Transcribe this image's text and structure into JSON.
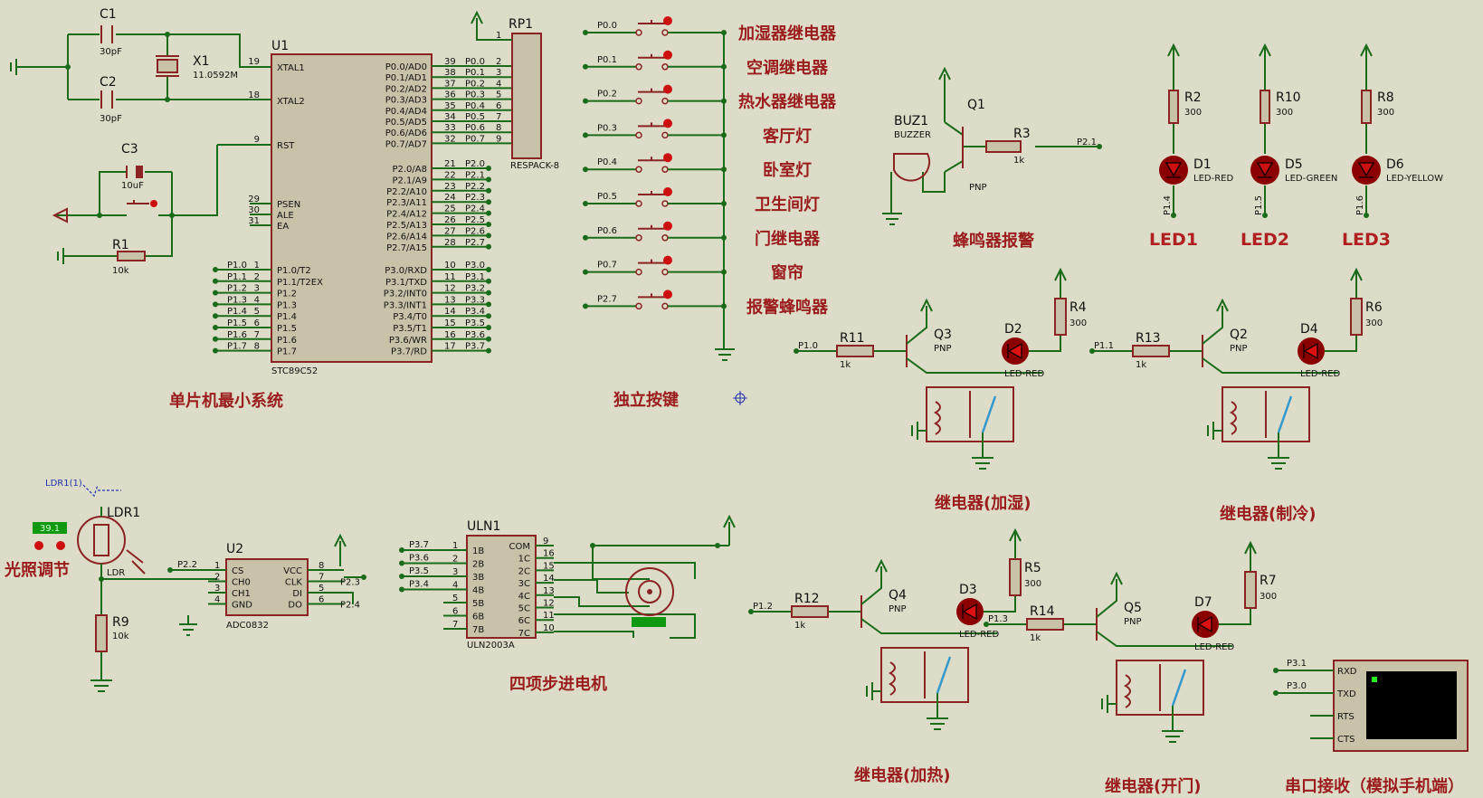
{
  "sections": {
    "mcu_min": "单片机最小系统",
    "keys": "独立按键",
    "buzzer_alarm": "蜂鸣器报警",
    "light_adjust": "光照调节",
    "stepper": "四项步进电机",
    "relay_humid": "继电器(加湿)",
    "relay_cool": "继电器(制冷)",
    "relay_heat": "继电器(加热)",
    "relay_door": "继电器(开门)",
    "serial": "串口接收（模拟手机端）"
  },
  "key_labels": [
    "加湿器继电器",
    "空调继电器",
    "热水器继电器",
    "客厅灯",
    "卧室灯",
    "卫生间灯",
    "门继电器",
    "窗帘",
    "报警蜂鸣器"
  ],
  "key_ports": [
    "P0.0",
    "P0.1",
    "P0.2",
    "P0.3",
    "P0.4",
    "P0.5",
    "P0.6",
    "P0.7",
    "P2.7"
  ],
  "mcu": {
    "ref": "U1",
    "part": "STC89C52",
    "left_top": [
      {
        "num": "19",
        "name": "XTAL1"
      },
      {
        "num": "18",
        "name": "XTAL2"
      },
      {
        "num": "9",
        "name": "RST"
      }
    ],
    "left_ctrl": [
      {
        "num": "29",
        "name": "PSEN"
      },
      {
        "num": "30",
        "name": "ALE"
      },
      {
        "num": "31",
        "name": "EA"
      }
    ],
    "left_p1": [
      {
        "net": "P1.0",
        "num": "1",
        "name": "P1.0/T2"
      },
      {
        "net": "P1.1",
        "num": "2",
        "name": "P1.1/T2EX"
      },
      {
        "net": "P1.2",
        "num": "3",
        "name": "P1.2"
      },
      {
        "net": "P1.3",
        "num": "4",
        "name": "P1.3"
      },
      {
        "net": "P1.4",
        "num": "5",
        "name": "P1.4"
      },
      {
        "net": "P1.5",
        "num": "6",
        "name": "P1.5"
      },
      {
        "net": "P1.6",
        "num": "7",
        "name": "P1.6"
      },
      {
        "net": "P1.7",
        "num": "8",
        "name": "P1.7"
      }
    ],
    "right_p0": [
      {
        "net": "P0.0",
        "num": "39",
        "name": "P0.0/AD0"
      },
      {
        "net": "P0.1",
        "num": "38",
        "name": "P0.1/AD1"
      },
      {
        "net": "P0.2",
        "num": "37",
        "name": "P0.2/AD2"
      },
      {
        "net": "P0.3",
        "num": "36",
        "name": "P0.3/AD3"
      },
      {
        "net": "P0.4",
        "num": "35",
        "name": "P0.4/AD4"
      },
      {
        "net": "P0.5",
        "num": "34",
        "name": "P0.5/AD5"
      },
      {
        "net": "P0.6",
        "num": "33",
        "name": "P0.6/AD6"
      },
      {
        "net": "P0.7",
        "num": "32",
        "name": "P0.7/AD7"
      }
    ],
    "right_p2": [
      {
        "net": "P2.0",
        "num": "21",
        "name": "P2.0/A8"
      },
      {
        "net": "P2.1",
        "num": "22",
        "name": "P2.1/A9"
      },
      {
        "net": "P2.2",
        "num": "23",
        "name": "P2.2/A10"
      },
      {
        "net": "P2.3",
        "num": "24",
        "name": "P2.3/A11"
      },
      {
        "net": "P2.4",
        "num": "25",
        "name": "P2.4/A12"
      },
      {
        "net": "P2.5",
        "num": "26",
        "name": "P2.5/A13"
      },
      {
        "net": "P2.6",
        "num": "27",
        "name": "P2.6/A14"
      },
      {
        "net": "P2.7",
        "num": "28",
        "name": "P2.7/A15"
      }
    ],
    "right_p3": [
      {
        "net": "P3.0",
        "num": "10",
        "name": "P3.0/RXD"
      },
      {
        "net": "P3.1",
        "num": "11",
        "name": "P3.1/TXD"
      },
      {
        "net": "P3.2",
        "num": "12",
        "name": "P3.2/INT0"
      },
      {
        "net": "P3.3",
        "num": "13",
        "name": "P3.3/INT1"
      },
      {
        "net": "P3.4",
        "num": "14",
        "name": "P3.4/T0"
      },
      {
        "net": "P3.5",
        "num": "15",
        "name": "P3.5/T1"
      },
      {
        "net": "P3.6",
        "num": "16",
        "name": "P3.6/WR"
      },
      {
        "net": "P3.7",
        "num": "17",
        "name": "P3.7/RD"
      }
    ]
  },
  "comp": {
    "c1": "C1",
    "c1v": "30pF",
    "c2": "C2",
    "c2v": "30pF",
    "x1": "X1",
    "x1v": "11.0592M",
    "c3": "C3",
    "c3v": "10uF",
    "r1": "R1",
    "r1v": "10k",
    "rp1": "RP1",
    "rp1v": "RESPACK-8",
    "buz": "BUZ1",
    "buzv": "BUZZER",
    "q1": "Q1",
    "q1v": "PNP",
    "r3": "R3",
    "r3v": "1k",
    "r3net": "P2.1",
    "ldr_probe": "LDR1(1)",
    "ldr": "LDR1",
    "ldrv": "LDR",
    "ldr_value": "39.1",
    "r9": "R9",
    "r9v": "10k",
    "u2": "U2",
    "u2v": "ADC0832",
    "uln": "ULN1",
    "ulnv": "ULN2003A"
  },
  "leds": [
    {
      "r": "R2",
      "rv": "300",
      "d": "D1",
      "dv": "LED-RED",
      "net": "P1.4",
      "big": "LED1",
      "color": "#cc1010"
    },
    {
      "r": "R10",
      "rv": "300",
      "d": "D5",
      "dv": "LED-GREEN",
      "net": "P1.5",
      "big": "LED2",
      "color": "#cc1010"
    },
    {
      "r": "R8",
      "rv": "300",
      "d": "D6",
      "dv": "LED-YELLOW",
      "net": "P1.6",
      "big": "LED3",
      "color": "#cc1010"
    }
  ],
  "relays": [
    {
      "rb": "R11",
      "rbv": "1k",
      "net": "P1.0",
      "q": "Q3",
      "qv": "PNP",
      "d": "D2",
      "dv": "LED-RED",
      "r": "R4",
      "rv": "300"
    },
    {
      "rb": "R13",
      "rbv": "1k",
      "net": "P1.1",
      "q": "Q2",
      "qv": "PNP",
      "d": "D4",
      "dv": "LED-RED",
      "r": "R6",
      "rv": "300"
    },
    {
      "rb": "R12",
      "rbv": "1k",
      "net": "P1.2",
      "q": "Q4",
      "qv": "PNP",
      "d": "D3",
      "dv": "LED-RED",
      "r": "R5",
      "rv": "300"
    },
    {
      "rb": "R14",
      "rbv": "1k",
      "net": "P1.3",
      "q": "Q5",
      "qv": "PNP",
      "d": "D7",
      "dv": "LED-RED",
      "r": "R7",
      "rv": "300"
    }
  ],
  "adc": {
    "pins_left": [
      {
        "num": "1",
        "name": "CS",
        "net": "P2.2"
      },
      {
        "num": "2",
        "name": "CH0",
        "net": ""
      },
      {
        "num": "3",
        "name": "CH1",
        "net": ""
      },
      {
        "num": "4",
        "name": "GND",
        "net": ""
      }
    ],
    "pins_right": [
      {
        "num": "8",
        "name": "VCC",
        "net": ""
      },
      {
        "num": "7",
        "name": "CLK",
        "net": "P2.3"
      },
      {
        "num": "5",
        "name": "DI",
        "net": ""
      },
      {
        "num": "6",
        "name": "DO",
        "net": "P2.4"
      }
    ]
  },
  "uln": {
    "inputs": [
      {
        "net": "P3.7",
        "num": "1",
        "name": "1B"
      },
      {
        "net": "P3.6",
        "num": "2",
        "name": "2B"
      },
      {
        "net": "P3.5",
        "num": "3",
        "name": "3B"
      },
      {
        "net": "P3.4",
        "num": "4",
        "name": "4B"
      },
      {
        "net": "",
        "num": "5",
        "name": "5B"
      },
      {
        "net": "",
        "num": "6",
        "name": "6B"
      },
      {
        "net": "",
        "num": "7",
        "name": "7B"
      }
    ],
    "outputs": [
      {
        "num": "9",
        "name": "COM"
      },
      {
        "num": "16",
        "name": "1C"
      },
      {
        "num": "15",
        "name": "2C"
      },
      {
        "num": "14",
        "name": "3C"
      },
      {
        "num": "13",
        "name": "4C"
      },
      {
        "num": "12",
        "name": "5C"
      },
      {
        "num": "11",
        "name": "6C"
      },
      {
        "num": "10",
        "name": "7C"
      }
    ]
  },
  "terminal": {
    "rxd_net": "P3.1",
    "txd_net": "P3.0",
    "pins": [
      "RXD",
      "TXD",
      "RTS",
      "CTS"
    ]
  }
}
